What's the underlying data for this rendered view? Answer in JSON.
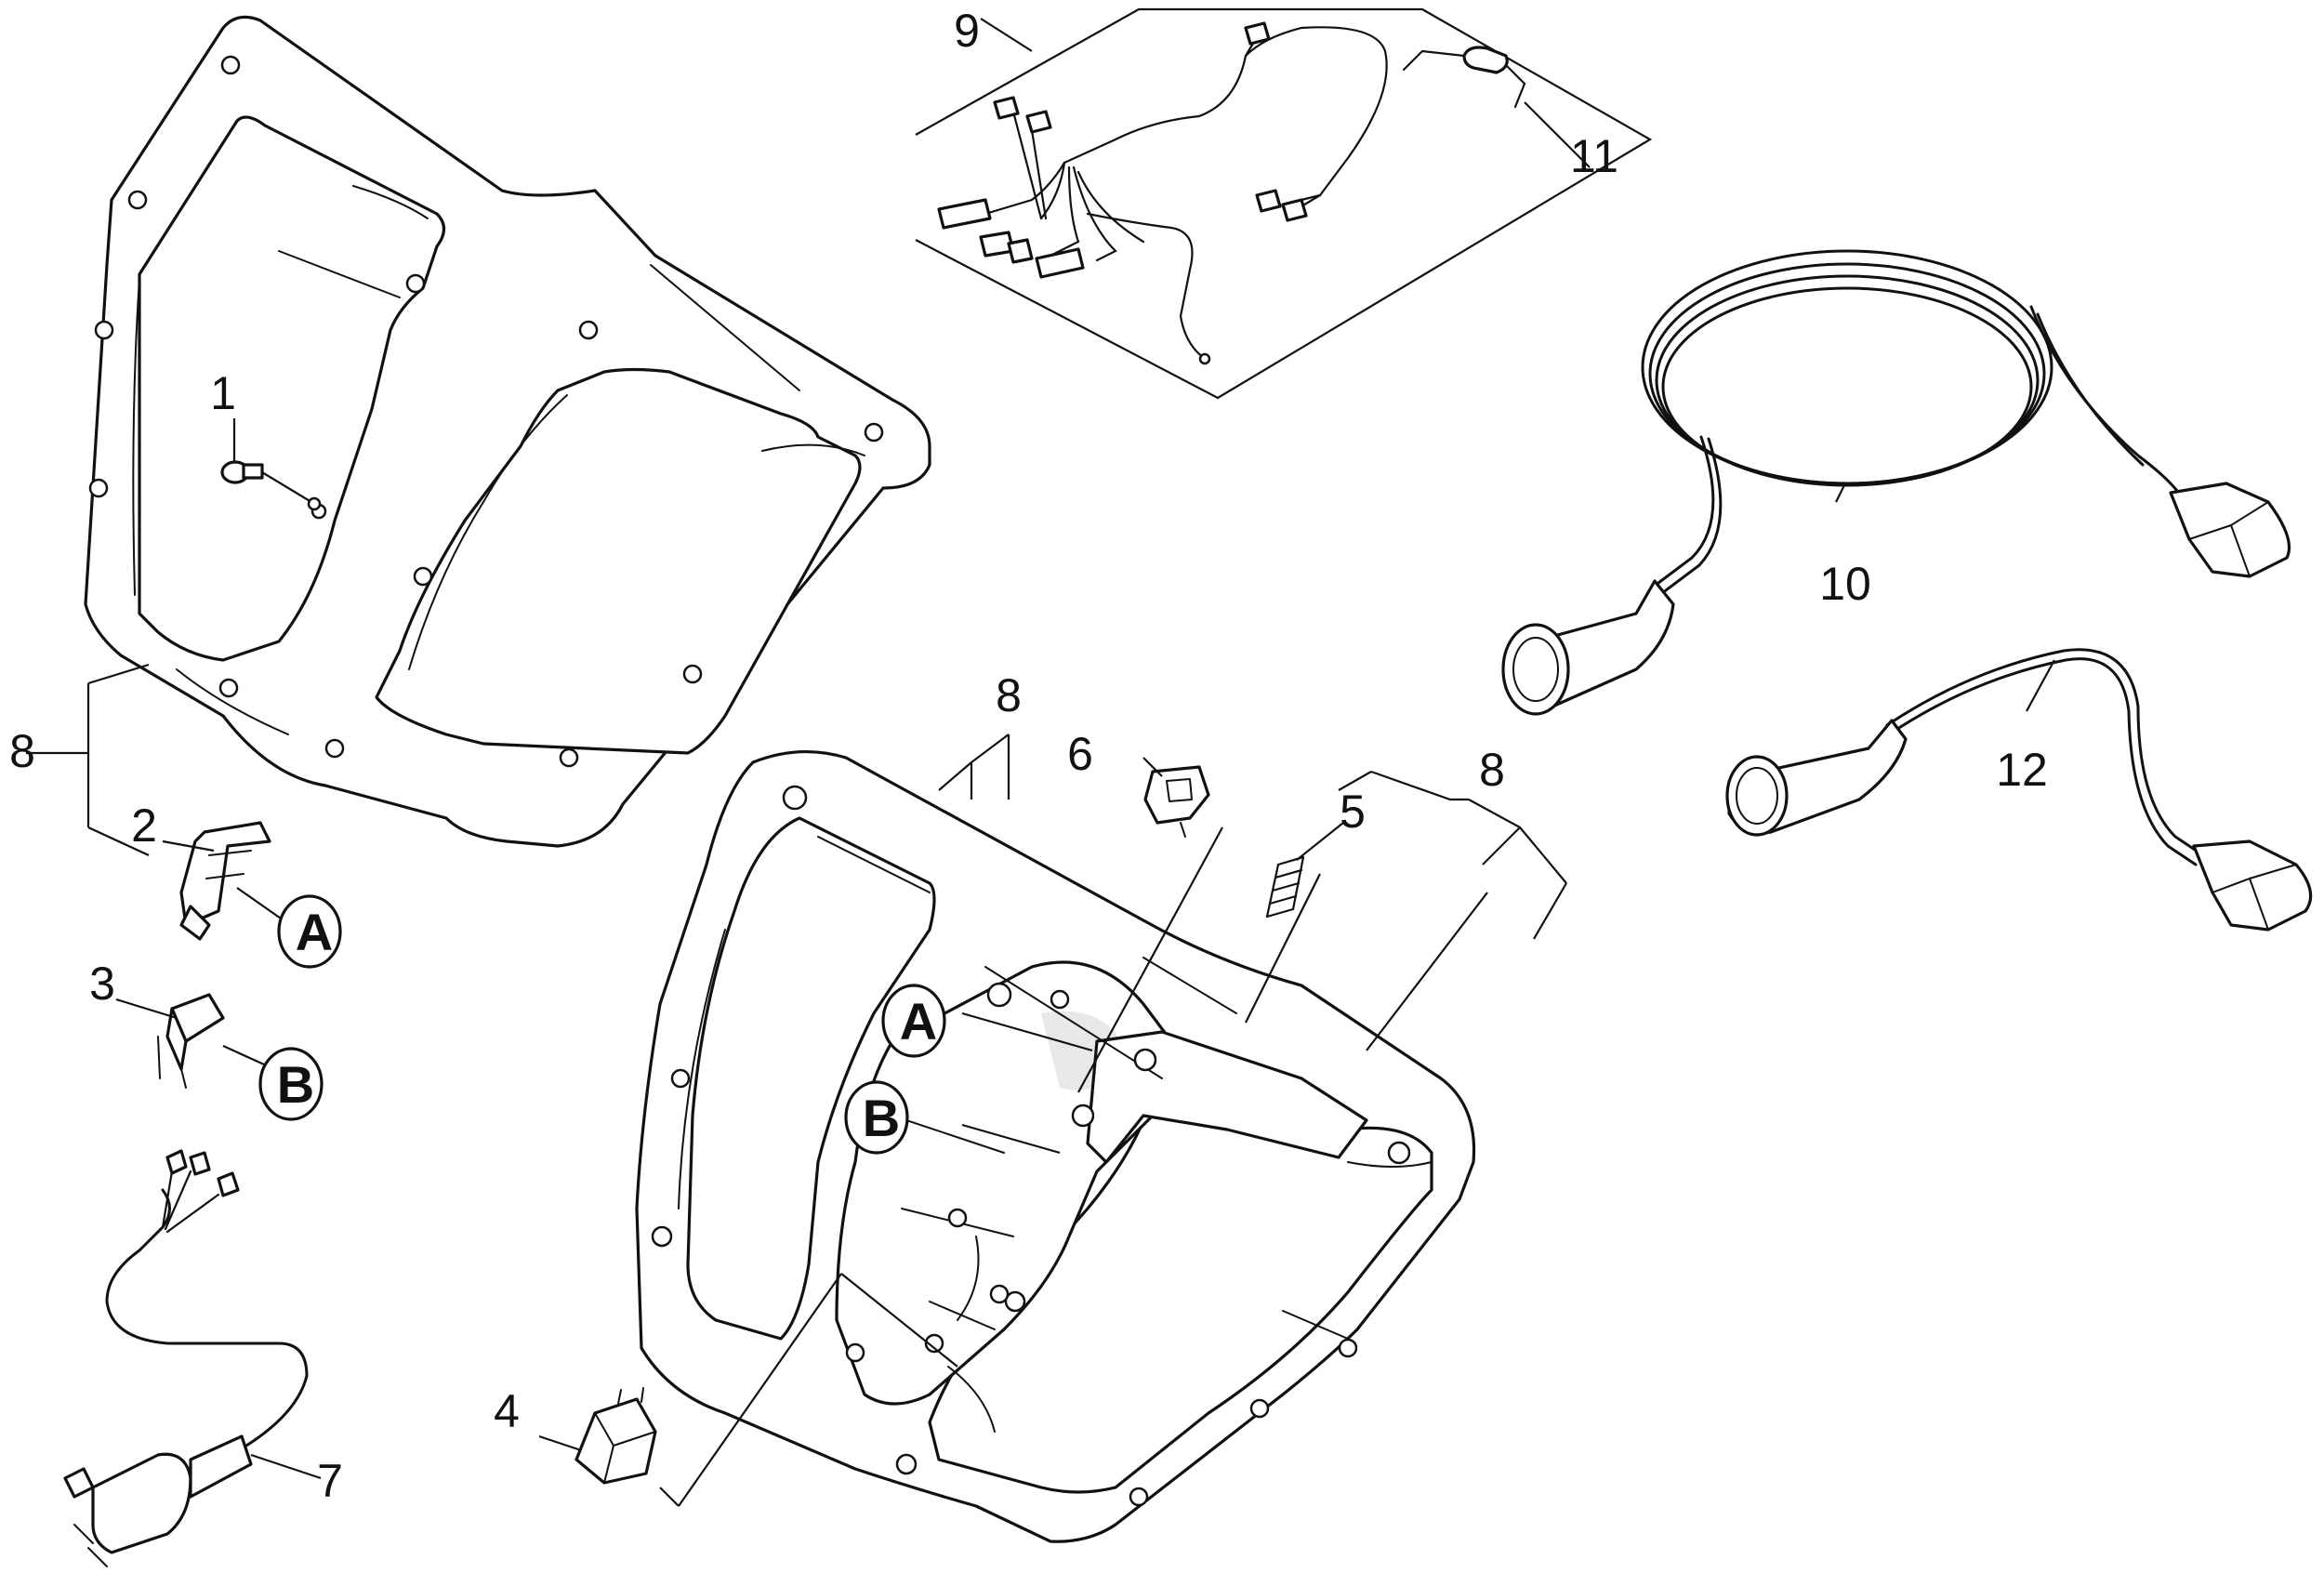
{
  "callouts": [
    {
      "id": "c1",
      "text": "1"
    },
    {
      "id": "c2",
      "text": "2"
    },
    {
      "id": "c3",
      "text": "3"
    },
    {
      "id": "c4",
      "text": "4"
    },
    {
      "id": "c5",
      "text": "5"
    },
    {
      "id": "c6",
      "text": "6"
    },
    {
      "id": "c7",
      "text": "7"
    },
    {
      "id": "c8a",
      "text": "8"
    },
    {
      "id": "c8b",
      "text": "8"
    },
    {
      "id": "c8c",
      "text": "8"
    },
    {
      "id": "c9",
      "text": "9"
    },
    {
      "id": "c10",
      "text": "10"
    },
    {
      "id": "c11",
      "text": "11"
    },
    {
      "id": "c12",
      "text": "12"
    }
  ],
  "markers": {
    "a": "A",
    "b": "B"
  }
}
